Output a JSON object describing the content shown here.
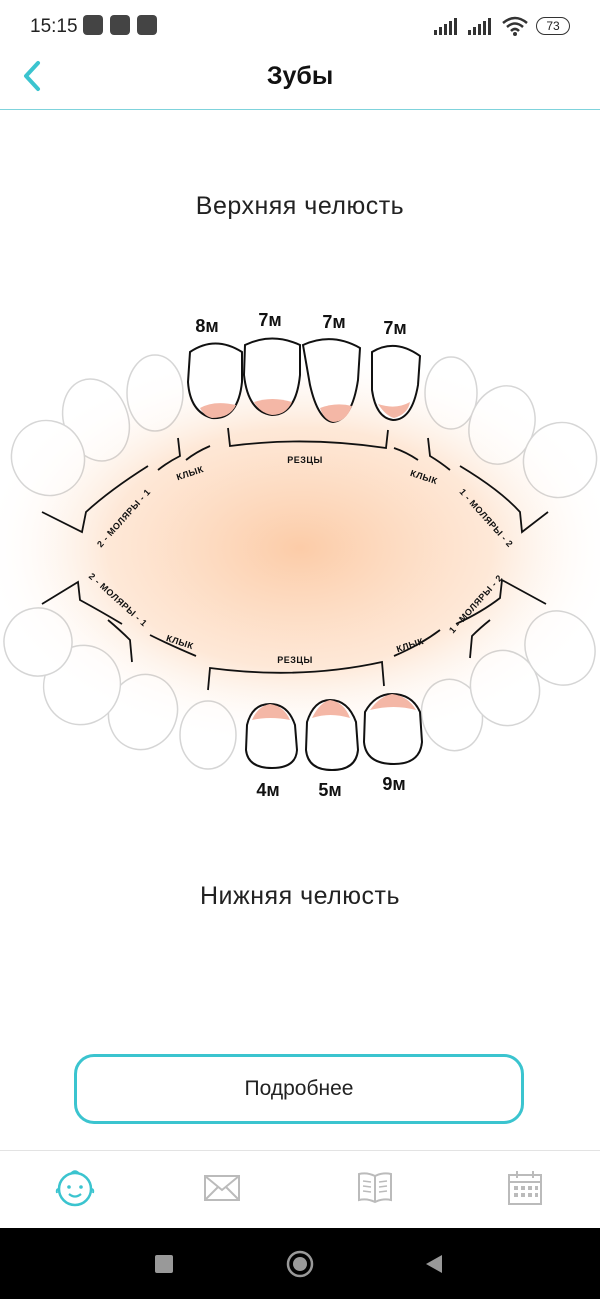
{
  "status_bar": {
    "time": "15:15",
    "battery": "73"
  },
  "header": {
    "title": "Зубы",
    "back_icon": "chevron-left-icon"
  },
  "upper_jaw": {
    "title": "Верхняя челюсть",
    "teeth_labels": [
      "8м",
      "7м",
      "7м",
      "7м"
    ],
    "groups": {
      "incisors": "РЕЗЦЫ",
      "canine_left": "КЛЫК",
      "canine_right": "КЛЫК",
      "molars_left": "2 - МОЛЯРЫ - 1",
      "molars_right": "1 - МОЛЯРЫ - 2"
    }
  },
  "lower_jaw": {
    "title": "Нижняя челюсть",
    "teeth_labels": [
      "4м",
      "5м",
      "9м"
    ],
    "groups": {
      "incisors": "РЕЗЦЫ",
      "canine_left": "КЛЫК",
      "canine_right": "КЛЫК",
      "molars_left": "2 - МОЛЯРЫ - 1",
      "molars_right": "1 - МОЛЯРЫ - 2"
    }
  },
  "details_button": {
    "label": "Подробнее"
  },
  "bottom_nav": {
    "icons": [
      "baby-face-icon",
      "envelope-icon",
      "book-icon",
      "calendar-icon"
    ]
  },
  "colors": {
    "accent": "#3bc4cf",
    "gum": "#f4b7a6",
    "glow": "#fcc9a3"
  }
}
